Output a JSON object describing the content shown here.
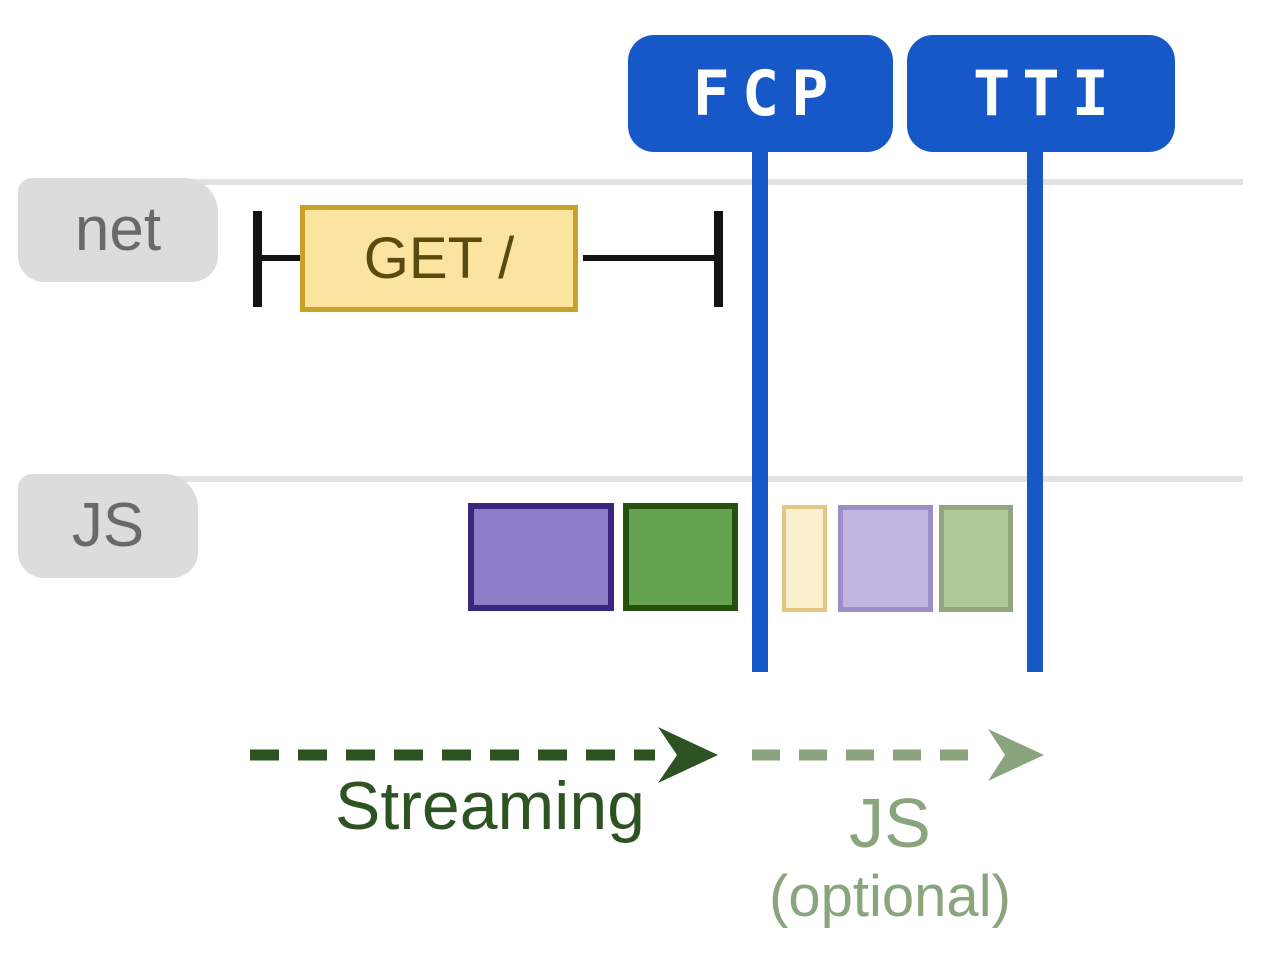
{
  "diagram": {
    "badges": [
      {
        "id": "fcp",
        "label": "FCP"
      },
      {
        "id": "tti",
        "label": "TTI"
      }
    ],
    "lanes": [
      {
        "id": "net",
        "label": "net"
      },
      {
        "id": "js",
        "label": "JS"
      }
    ],
    "network_request": {
      "label": "GET /"
    },
    "tasks": [
      {
        "name": "js-task-purple",
        "fill": "#8c7dc6",
        "border": "#392680"
      },
      {
        "name": "js-task-green",
        "fill": "#64a24f",
        "border": "#25500f"
      },
      {
        "name": "js-task-yellow-faded",
        "fill": "#faf0cd",
        "border": "#e2c883"
      },
      {
        "name": "js-task-purple-faded",
        "fill": "#c2b4e0",
        "border": "#9d8ec7"
      },
      {
        "name": "js-task-green-faded",
        "fill": "#accb96",
        "border": "#90a580"
      }
    ],
    "annotations": {
      "streaming": {
        "label": "Streaming"
      },
      "js_optional": {
        "label": "JS",
        "sublabel": "(optional)"
      }
    },
    "colors": {
      "badge_blue": "#1658c8",
      "lane_line_gray": "#e2e2e2",
      "lane_label_bg": "#dcdcdc",
      "lane_label_text": "#696969",
      "request_fill": "#fbe4a0",
      "request_border": "#c9a127",
      "request_text": "#594a10",
      "marker_black": "#131313",
      "streaming_green": "#2d5322",
      "optional_sage": "#8aa57d"
    }
  }
}
